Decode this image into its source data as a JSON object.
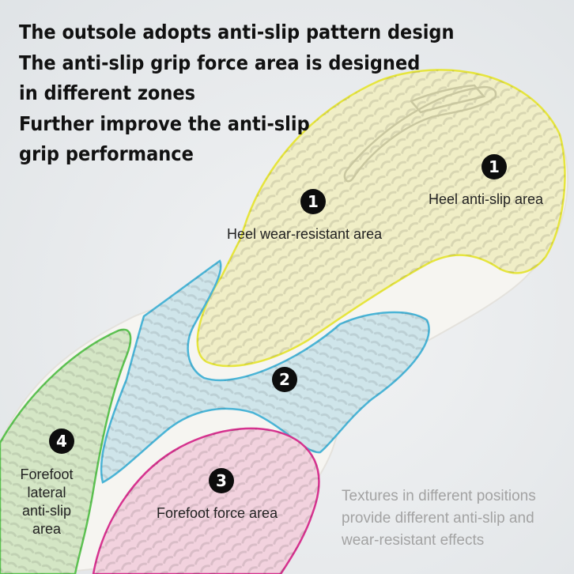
{
  "headline": {
    "line1": "The outsole adopts anti-slip pattern design",
    "line2": "The anti-slip grip force area is designed",
    "line3": "in different zones",
    "line4": "Further improve the anti-slip",
    "line5": "grip performance"
  },
  "zones": {
    "heel_anti_slip": {
      "number": "1",
      "label": "Heel anti-slip area",
      "color": "#e3e43a"
    },
    "heel_wear": {
      "number": "1",
      "label": "Heel wear-resistant area",
      "color": "#e3e43a"
    },
    "midfoot": {
      "number": "2",
      "color": "#4ab4d6"
    },
    "forefoot_force": {
      "number": "3",
      "label": "Forefoot force area",
      "color": "#d6338f"
    },
    "forefoot_lateral": {
      "number": "4",
      "label_line1": "Forefoot",
      "label_line2": "lateral",
      "label_line3": "anti-slip",
      "label_line4": "area",
      "color": "#57c04e"
    }
  },
  "note": {
    "line1": "Textures in different positions",
    "line2": "provide different anti-slip and",
    "line3": "wear-resistant effects"
  },
  "icons": [
    "number-badge-icon",
    "swoosh-logo-icon"
  ]
}
